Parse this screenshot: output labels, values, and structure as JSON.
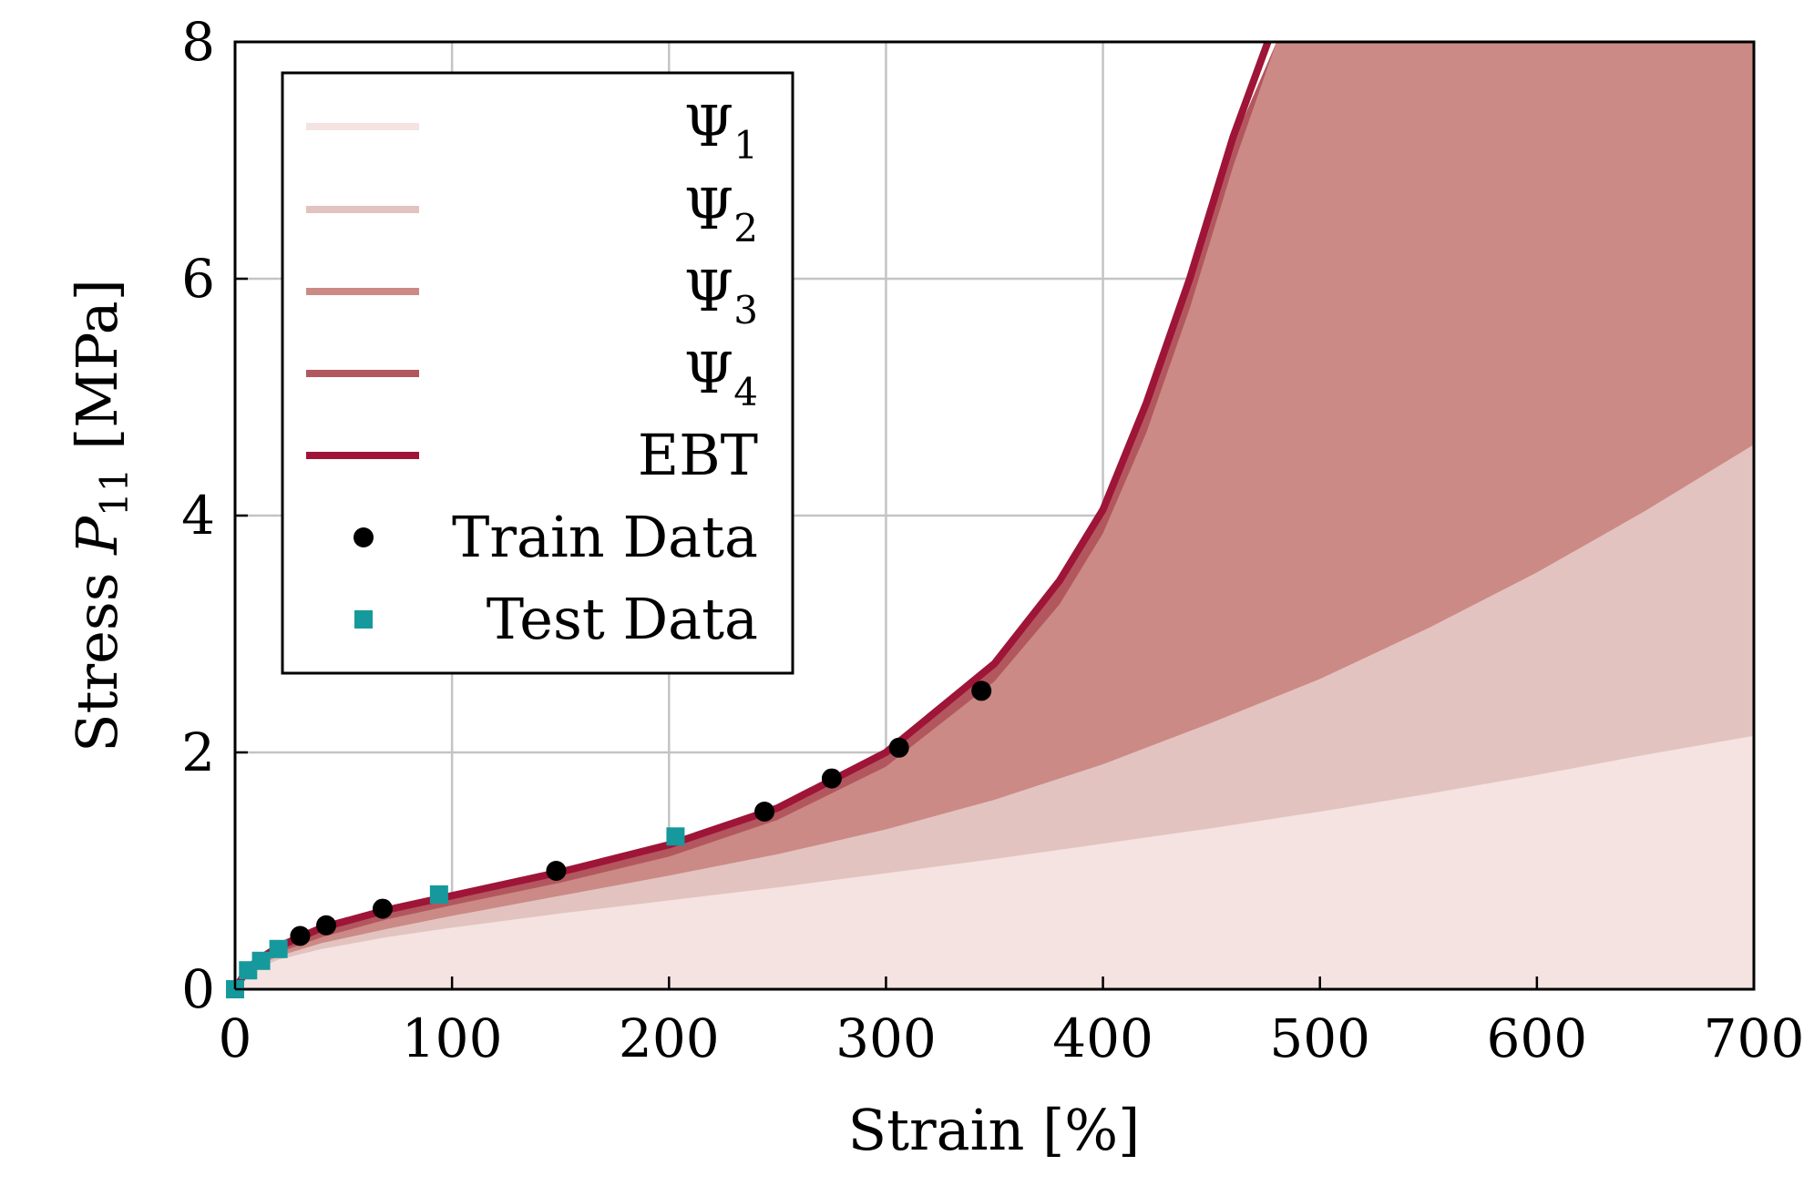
{
  "chart_data": {
    "type": "area",
    "xlabel": "Strain [%]",
    "ylabel_prefix": "Stress ",
    "ylabel_var": "P",
    "ylabel_sub": "11",
    "ylabel_unit": " [MPa]",
    "xlim": [
      0,
      700
    ],
    "ylim": [
      0,
      8
    ],
    "xticks": [
      0,
      100,
      200,
      300,
      400,
      500,
      600,
      700
    ],
    "yticks": [
      0,
      2,
      4,
      6,
      8
    ],
    "grid": true,
    "legend_position": "top-left",
    "series": [
      {
        "name": "Ψ",
        "name_sub": "1",
        "kind": "band",
        "color": "#f4e3e1",
        "points": [
          [
            0,
            0
          ],
          [
            5,
            0.1
          ],
          [
            10,
            0.17
          ],
          [
            20,
            0.25
          ],
          [
            40,
            0.34
          ],
          [
            70,
            0.44
          ],
          [
            100,
            0.52
          ],
          [
            150,
            0.64
          ],
          [
            200,
            0.75
          ],
          [
            250,
            0.86
          ],
          [
            300,
            0.98
          ],
          [
            350,
            1.1
          ],
          [
            400,
            1.23
          ],
          [
            450,
            1.36
          ],
          [
            500,
            1.5
          ],
          [
            550,
            1.65
          ],
          [
            600,
            1.81
          ],
          [
            650,
            1.98
          ],
          [
            700,
            2.14
          ]
        ]
      },
      {
        "name": "Ψ",
        "name_sub": "2",
        "kind": "band",
        "color": "#e3c3bf",
        "points": [
          [
            0,
            0
          ],
          [
            5,
            0.11
          ],
          [
            10,
            0.19
          ],
          [
            20,
            0.28
          ],
          [
            40,
            0.39
          ],
          [
            70,
            0.51
          ],
          [
            100,
            0.62
          ],
          [
            150,
            0.79
          ],
          [
            200,
            0.96
          ],
          [
            250,
            1.14
          ],
          [
            300,
            1.35
          ],
          [
            350,
            1.6
          ],
          [
            400,
            1.9
          ],
          [
            450,
            2.25
          ],
          [
            500,
            2.62
          ],
          [
            550,
            3.05
          ],
          [
            600,
            3.52
          ],
          [
            650,
            4.04
          ],
          [
            700,
            4.6
          ]
        ]
      },
      {
        "name": "Ψ",
        "name_sub": "3",
        "kind": "band",
        "color": "#cb8a86",
        "points": [
          [
            0,
            0
          ],
          [
            5,
            0.12
          ],
          [
            10,
            0.2
          ],
          [
            20,
            0.31
          ],
          [
            40,
            0.44
          ],
          [
            70,
            0.59
          ],
          [
            100,
            0.71
          ],
          [
            150,
            0.9
          ],
          [
            200,
            1.12
          ],
          [
            250,
            1.43
          ],
          [
            300,
            1.88
          ],
          [
            350,
            2.6
          ],
          [
            380,
            3.25
          ],
          [
            400,
            3.85
          ],
          [
            420,
            4.7
          ],
          [
            440,
            5.75
          ],
          [
            460,
            6.95
          ],
          [
            480,
            8.0
          ],
          [
            700,
            8.0
          ]
        ]
      },
      {
        "name": "Ψ",
        "name_sub": "4",
        "kind": "band",
        "color": "#b3575e",
        "points": [
          [
            0,
            0
          ],
          [
            5,
            0.13
          ],
          [
            10,
            0.22
          ],
          [
            20,
            0.34
          ],
          [
            40,
            0.49
          ],
          [
            70,
            0.64
          ],
          [
            100,
            0.76
          ],
          [
            150,
            0.96
          ],
          [
            200,
            1.19
          ],
          [
            250,
            1.5
          ],
          [
            300,
            1.97
          ],
          [
            350,
            2.72
          ],
          [
            380,
            3.4
          ],
          [
            400,
            4.0
          ],
          [
            420,
            4.9
          ],
          [
            440,
            5.95
          ],
          [
            460,
            7.15
          ],
          [
            480,
            8.0
          ],
          [
            700,
            8.0
          ]
        ]
      },
      {
        "name": "EBT",
        "kind": "line",
        "color": "#9e1537",
        "points": [
          [
            0,
            0
          ],
          [
            5,
            0.15
          ],
          [
            10,
            0.24
          ],
          [
            20,
            0.36
          ],
          [
            40,
            0.52
          ],
          [
            70,
            0.67
          ],
          [
            100,
            0.79
          ],
          [
            150,
            0.99
          ],
          [
            200,
            1.22
          ],
          [
            250,
            1.53
          ],
          [
            300,
            2.0
          ],
          [
            350,
            2.75
          ],
          [
            380,
            3.45
          ],
          [
            400,
            4.05
          ],
          [
            420,
            4.95
          ],
          [
            440,
            6.0
          ],
          [
            460,
            7.2
          ],
          [
            476,
            8.0
          ]
        ]
      }
    ],
    "train_data": {
      "name": "Train Data",
      "color": "#000000",
      "points": [
        [
          30,
          0.45
        ],
        [
          42,
          0.54
        ],
        [
          68,
          0.68
        ],
        [
          148,
          1.0
        ],
        [
          244,
          1.5
        ],
        [
          275,
          1.78
        ],
        [
          306,
          2.04
        ],
        [
          344,
          2.52
        ]
      ]
    },
    "test_data": {
      "name": "Test Data",
      "color": "#16999c",
      "points": [
        [
          0,
          0
        ],
        [
          6,
          0.16
        ],
        [
          12,
          0.24
        ],
        [
          20,
          0.34
        ],
        [
          94,
          0.8
        ],
        [
          203,
          1.29
        ]
      ]
    }
  }
}
